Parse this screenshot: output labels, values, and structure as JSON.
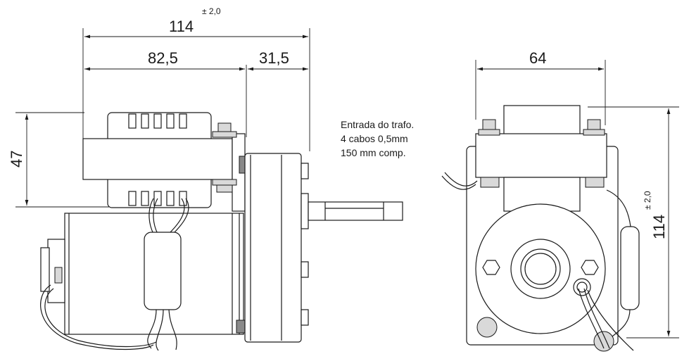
{
  "dimensions": {
    "overall_length": "114",
    "overall_tolerance": "± 2,0",
    "motor_length": "82,5",
    "gearbox_length": "31,5",
    "transformer_height": "47",
    "width": "64",
    "side_height": "114",
    "side_tolerance": "± 2,0"
  },
  "note": {
    "line1": "Entrada do trafo.",
    "line2": "4 cabos 0,5mm",
    "line3": "150 mm comp."
  }
}
